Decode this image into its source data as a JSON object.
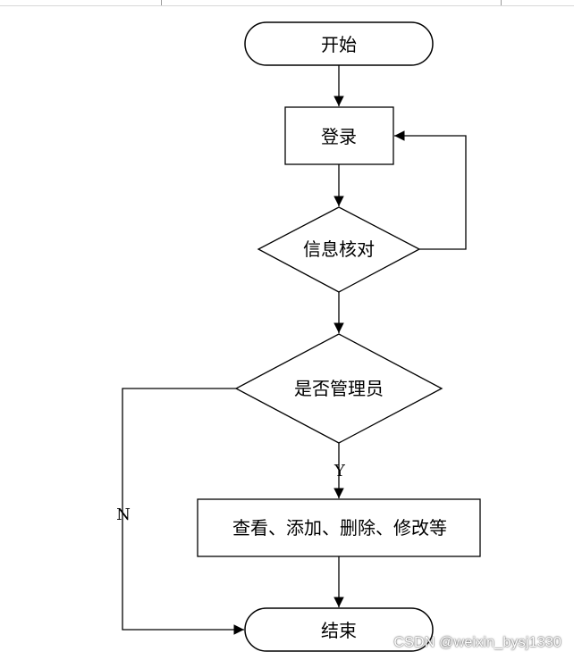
{
  "diagram": {
    "nodes": {
      "start": "开始",
      "login": "登录",
      "verify": "信息核对",
      "is_admin": "是否管理员",
      "admin_actions": "查看、添加、删除、修改等",
      "end": "结束"
    },
    "edge_labels": {
      "yes": "Y",
      "no": "N"
    }
  },
  "watermark": "CSDN @weixin_bysj1330"
}
